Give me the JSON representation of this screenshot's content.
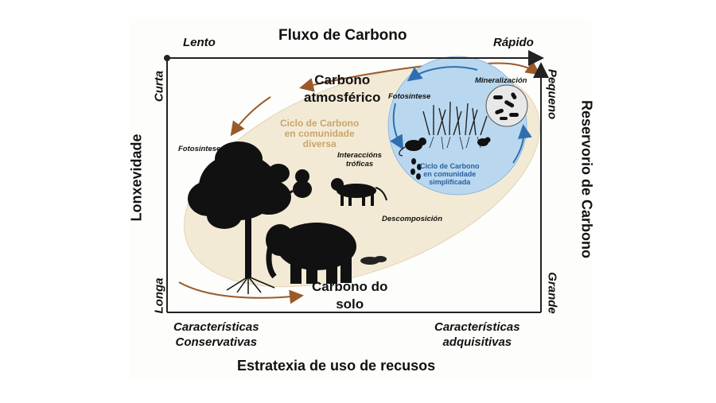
{
  "axes": {
    "top_title": "Fluxo de Carbono",
    "top_left": "Lento",
    "top_right": "Rápido",
    "bottom_title": "Estratexia de uso de recusos",
    "bottom_left_line1": "Características",
    "bottom_left_line2": "Conservativas",
    "bottom_right_line1": "Características",
    "bottom_right_line2": "adquisitivas",
    "left_title": "Lonxevidade",
    "left_top": "Curta",
    "left_bottom": "Longa",
    "right_title": "Reservorio de Carbono",
    "right_top": "Pequeno",
    "right_bottom": "Grande"
  },
  "pools": {
    "atmospheric_line1": "Carbono",
    "atmospheric_line2": "atmosférico",
    "soil_line1": "Carbono do",
    "soil_line2": "solo"
  },
  "cycles": {
    "diverse_line1": "Ciclo de Carbono",
    "diverse_line2": "en comunidade",
    "diverse_line3": "diversa",
    "simple_line1": "Ciclo de Carbono",
    "simple_line2": "en comunidade",
    "simple_line3": "simplificada"
  },
  "processes": {
    "photosynthesis_left": "Fotosíntese",
    "photosynthesis_right": "Fotosíntese",
    "trophic_line1": "Interaccións",
    "trophic_line2": "tróficas",
    "decomposition": "Descomposición",
    "mineralization": "Mineralización"
  },
  "colors": {
    "diverse_fill": "#f3ead6",
    "diverse_text": "#c9a56a",
    "arrow_brown": "#9a5a2a",
    "simple_fill": "#b9d8f0",
    "simple_text": "#2b5f9e",
    "arrow_blue": "#2f6fb0",
    "axis": "#222222"
  }
}
